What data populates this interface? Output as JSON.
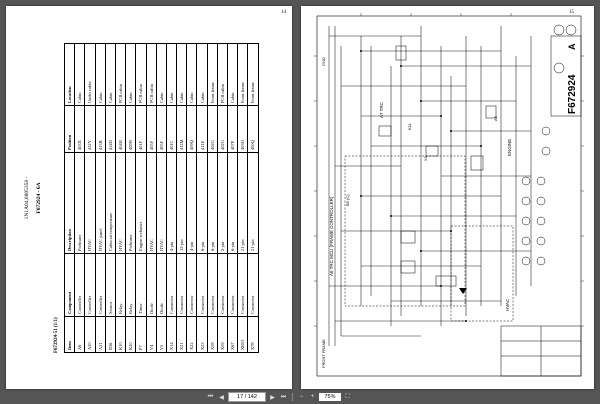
{
  "left_page": {
    "page_number": "14",
    "title": "1N1A04,0805358 -",
    "subtitle": "F672924 - 6A",
    "caption": "F672924-51 (1/1)",
    "columns": [
      "Item",
      "Component",
      "Description",
      "Position",
      "Location"
    ],
    "rows": [
      [
        "A6",
        "Controller",
        "Preheater",
        "403X",
        "Cabin"
      ],
      [
        "A20",
        "Controller",
        "HVAC",
        "412Y",
        "Under cabin"
      ],
      [
        "A21",
        "Controller",
        "HVAC panel",
        "413B",
        "Cabin"
      ],
      [
        "B36",
        "Sensor",
        "Cabin air temperature",
        "414D",
        "Cabin"
      ],
      [
        "K10",
        "Relay",
        "HVAC",
        "404H",
        "PCB cabin"
      ],
      [
        "K20",
        "Relay",
        "Preheater",
        "409H",
        "Cabin"
      ],
      [
        "P7",
        "Timer",
        "Engine webaster",
        "401F",
        "PCB cabin"
      ],
      [
        "V4",
        "Diode",
        "HVAC",
        "405F",
        "PCB cabin"
      ],
      [
        "V5",
        "Diode",
        "HVAC",
        "405F",
        "Cabin"
      ],
      [
        "X14",
        "Connector",
        "4-pin",
        "401C",
        "Cabin"
      ],
      [
        "X21",
        "Connector",
        "12-pin",
        "412M",
        "Cabin"
      ],
      [
        "X22",
        "Connector",
        "4-pin",
        "409Q",
        "Cabin"
      ],
      [
        "X23",
        "Connector",
        "6-pin",
        "411E",
        "Cabin"
      ],
      [
        "X58",
        "Connector",
        "6-pin",
        "402G",
        "Front frame"
      ],
      [
        "X59",
        "Connector",
        "2-pin",
        "402G",
        "PCB cabin"
      ],
      [
        "X67",
        "Connector",
        "6-pin",
        "407P",
        "Cabin"
      ],
      [
        "XR03",
        "Connector",
        "21-pin",
        "403O",
        "Front frame"
      ],
      [
        "X78",
        "Connector",
        "21-pin",
        "400Q",
        "Front frame"
      ]
    ]
  },
  "right_page": {
    "page_number": "15",
    "drawing_number": "F672924",
    "revision": "A",
    "labels": {
      "controller": "A6 TRC MCU (FRAME CONTROLLER)",
      "a7": "A7 TRC",
      "k11": "K11",
      "x3": "X3",
      "b5": "B5 (C)",
      "a5": "A5",
      "engine": "ENGINE",
      "hvac": "HVAC",
      "gnd": "GND",
      "front_frame": "FRONT FRAME"
    }
  },
  "toolbar": {
    "page_display": "17 / 142",
    "zoom": "75%"
  },
  "colors": {
    "viewer_bg": "#555555",
    "page_bg": "#ffffff",
    "line": "#000000"
  }
}
